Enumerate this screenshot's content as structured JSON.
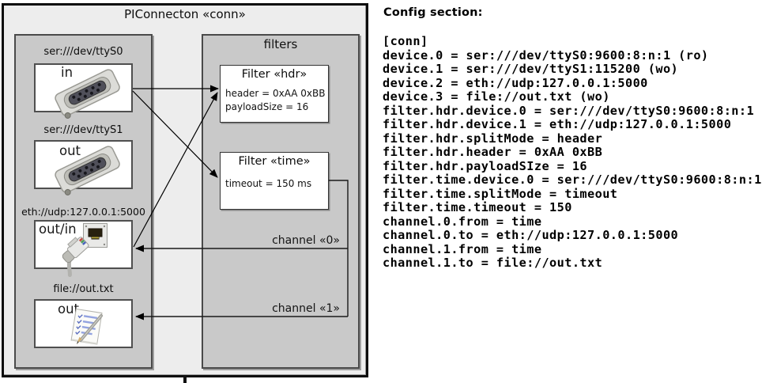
{
  "window": {
    "title": "PIConnecton «conn»"
  },
  "devices_panel": {
    "devices": [
      {
        "label": "ser:///dev/ttyS0",
        "direction": "in",
        "icon": "serial-port-icon"
      },
      {
        "label": "ser:///dev/ttyS1",
        "direction": "out",
        "icon": "serial-port-icon"
      },
      {
        "label": "eth://udp:127.0.0.1:5000",
        "direction": "out/in",
        "icon": "ethernet-icon"
      },
      {
        "label": "file://out.txt",
        "direction": "out",
        "icon": "notepad-icon"
      }
    ]
  },
  "filters_panel": {
    "title": "filters",
    "filters": [
      {
        "title": "Filter «hdr»",
        "params": [
          "header = 0xAA 0xBB",
          "payloadSize = 16"
        ]
      },
      {
        "title": "Filter «time»",
        "params": [
          "timeout = 150 ms"
        ]
      }
    ]
  },
  "channels": [
    {
      "label": "channel «0»"
    },
    {
      "label": "channel «1»"
    }
  ],
  "config": {
    "heading": "Config section:",
    "lines": [
      "[conn]",
      "device.0 = ser:///dev/ttyS0:9600:8:n:1 (ro)",
      "device.1 = ser:///dev/ttyS1:115200 (wo)",
      "device.2 = eth://udp:127.0.0.1:5000",
      "device.3 = file://out.txt (wo)",
      "filter.hdr.device.0 = ser:///dev/ttyS0:9600:8:n:1",
      "filter.hdr.device.1 = eth://udp:127.0.0.1:5000",
      "filter.hdr.splitMode = header",
      "filter.hdr.header = 0xAA 0xBB",
      "filter.hdr.payloadSIze = 16",
      "filter.time.device.0 = ser:///dev/ttyS0:9600:8:n:1",
      "filter.time.splitMode = timeout",
      "filter.time.timeout = 150",
      "channel.0.from = time",
      "channel.0.to = eth://udp:127.0.0.1:5000",
      "channel.1.from = time",
      "channel.1.to = file://out.txt"
    ]
  },
  "colors": {
    "diagram_bg": "#ededed",
    "panel_bg": "#c9c9c9",
    "box_bg": "#ffffff",
    "panel_border": "#4a4a4a",
    "outer_border": "#0b0b0b",
    "text": "#111111"
  }
}
